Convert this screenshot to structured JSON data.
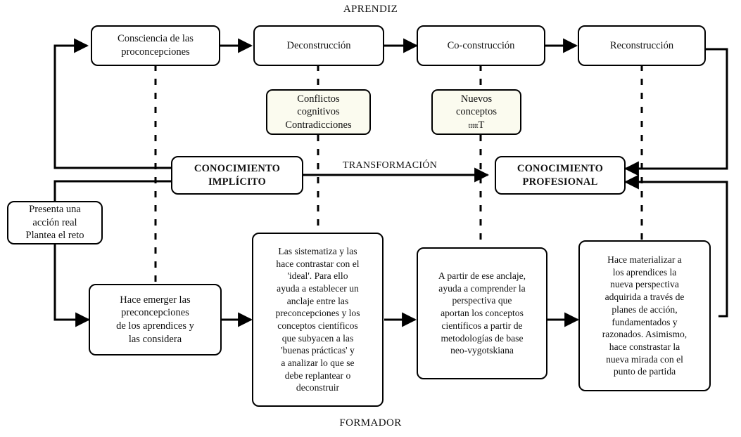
{
  "diagram": {
    "title_top": "APRENDIZ",
    "title_bottom": "FORMADOR",
    "transformation_label": "TRANSFORMACIÓN",
    "colors": {
      "stroke": "#000000",
      "background": "#ffffff",
      "cream_fill": "#fbfbef",
      "text": "#111111"
    }
  },
  "learner_row": {
    "node_awareness": "Consciencia de las\nproconcepciones",
    "node_deconstruction": "Deconstrucción",
    "node_coconstruction": "Co-construcción",
    "node_reconstruction": "Reconstrucción"
  },
  "cream_row": {
    "node_conflicts": "Conflictos\ncognitivos\nContradicciones",
    "node_new_concepts_line1": "Nuevos",
    "node_new_concepts_line2": "conceptos",
    "node_new_concepts_line3_small": "ttttt",
    "node_new_concepts_line3_big": "T"
  },
  "knowledge_row": {
    "node_implicit": "CONOCIMIENTO\nIMPLÍCITO",
    "node_professional": "CONOCIMIENTO\nPROFESIONAL"
  },
  "trainer_row": {
    "node_presents": "Presenta una\nacción real\nPlantea el reto",
    "node_emerge": "Hace emerger las\npreconcepciones\nde los aprendices y\nlas considera",
    "node_systematize": "Las sistematiza y las\nhace contrastar con el\n'ideal'. Para ello\nayuda a establecer un\nanclaje entre las\npreconcepciones y los\nconceptos científicos\nque subyacen a las\n'buenas prácticas' y\na analizar lo que se\ndebe replantear o\ndeconstruir",
    "node_anchor": "A partir de ese anclaje,\nayuda a comprender la\nperspectiva que\naportan los conceptos\ncientíficos a partir de\nmetodologías de base\nneo-vygotskiana",
    "node_materialize": "Hace materializar a\nlos aprendices la\nnueva perspectiva\nadquirida a través de\nplanes de acción,\nfundamentados y\nrazonados. Asimismo,\nhace constrastar la\nnueva mirada con el\npunto de partida"
  }
}
